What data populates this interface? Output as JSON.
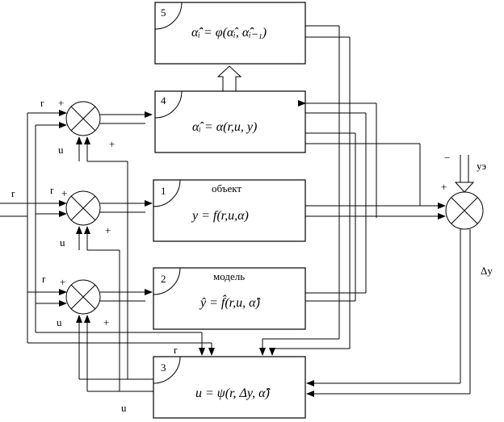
{
  "blocks": {
    "b5": {
      "number": "5",
      "formula": "α̂̂ᵢ = φ(α̂ᵢ, α̂̂ᵢ₋₁)"
    },
    "b4": {
      "number": "4",
      "formula": "α̂ᵢ = α(r,u, y)"
    },
    "b1": {
      "number": "1",
      "title": "объект",
      "formula": "y = f(r,u,α)"
    },
    "b2": {
      "number": "2",
      "title": "модель",
      "formula": "ŷ = f̂(r,u, α̂)"
    },
    "b3": {
      "number": "3",
      "formula": "u = ψ(r, Δy, α̂̂)"
    }
  },
  "labels": {
    "r": "r",
    "u": "u",
    "plus": "+",
    "minus": "−",
    "ye": "уэ",
    "dy": "Δy"
  }
}
